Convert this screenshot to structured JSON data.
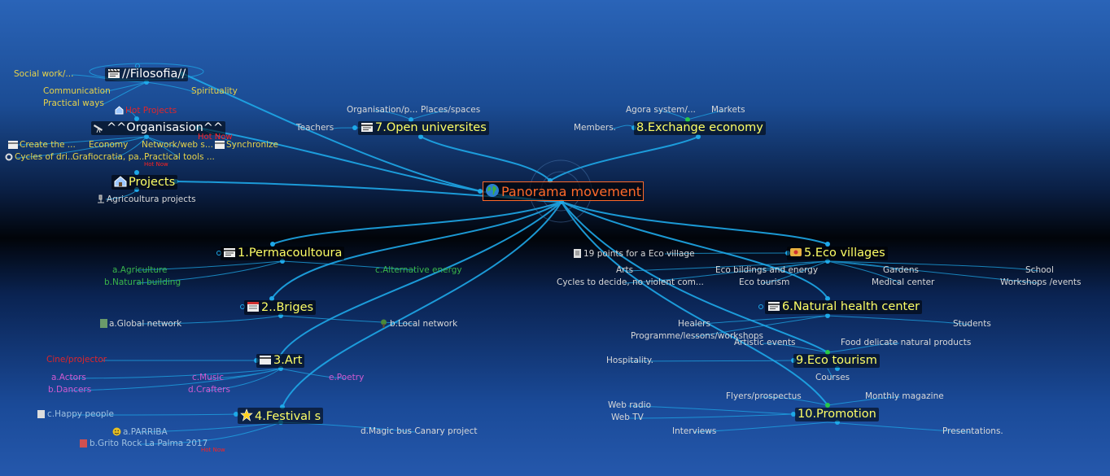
{
  "root": {
    "label": "Panorama movement"
  },
  "filosofia": {
    "label": "//Filosofia//",
    "children": {
      "social": "Social work/...",
      "communication": "Communication",
      "practical": "Practical ways",
      "spirituality": "Spirituality"
    }
  },
  "organisasion": {
    "label": "^^Organisasion^^",
    "hot_projects": "Hot Projects",
    "hot_now": "Hot Now",
    "children": {
      "create": "Create the ...",
      "cycles": "Cycles of dri...",
      "economy": "Economy",
      "grafiocratia": "Grafiocratia, pa...",
      "network": "Network/web s...",
      "practical_tools": "Practical tools ...",
      "synchronize": "Synchronize"
    }
  },
  "projects": {
    "label": "Projects",
    "hot_now": "Hot Now",
    "children": {
      "agricoultura": "Agricoultura projects"
    }
  },
  "open_universites": {
    "label": "7.Open universites",
    "children": {
      "organisation": "Organisation/p...",
      "places": "Places/spaces",
      "teachers": "Teachers"
    }
  },
  "exchange_economy": {
    "label": "8.Exchange economy",
    "children": {
      "agora": "Agora system/...",
      "markets": "Markets",
      "members": "Members."
    }
  },
  "permacoultoura": {
    "label": "1.Permacoultoura",
    "children": {
      "agriculture": "a.Agriculture",
      "natural_building": "b.Natural building",
      "alternative_energy": "c.Alternative energy"
    }
  },
  "briges": {
    "label": "2..Briges",
    "children": {
      "global_network": "a.Global network",
      "local_network": "b.Local network"
    }
  },
  "art": {
    "label": "3.Art",
    "children": {
      "cine": "Cine/projector",
      "actors": "a.Actors",
      "dancers": "b.Dancers",
      "music": "c.Music",
      "crafters": "d.Crafters",
      "poetry": "e.Poetry"
    }
  },
  "festivals": {
    "label": "4.Festival s",
    "hot_now": "Hot Now",
    "children": {
      "happy_people": "c.Happy people",
      "parriba": "a.PARRIBA",
      "grito_rock": "b.Grito Rock La Palma 2017",
      "magic_bus": "d.Magic bus Canary  project"
    }
  },
  "eco_villages": {
    "label": "5.Eco villages",
    "children": {
      "points": "19 points for a Eco village",
      "arts": "Arts",
      "cycles": "Cycles to decide, no violent com...",
      "eco_bildings": "Eco bildings and energy",
      "eco_tourism": "Eco tourism",
      "gardens": "Gardens",
      "medical": "Medical center",
      "school": "School",
      "workshops": "Workshops /events"
    }
  },
  "natural_health": {
    "label": "6.Natural health center",
    "children": {
      "healers": "Healers",
      "programme": "Programme/lessons/workshops",
      "students": "Students"
    }
  },
  "eco_tourism": {
    "label": "9.Eco tourism",
    "children": {
      "artistic": "Artistic events",
      "food": "Food delicate natural products",
      "hospitality": "Hospitality.",
      "courses": "Courses"
    }
  },
  "promotion": {
    "label": "10.Promotion",
    "children": {
      "web_radio": "Web radio",
      "web_tv": "Web TV",
      "flyers": "Flyers/prospectus",
      "magazine": "Monthly magazine",
      "interviews": "Interviews",
      "presentations": "Presentations."
    }
  },
  "colors": {
    "branch": "#1ea8e8",
    "root_text": "#ff6a2a",
    "main_text": "#ffff66",
    "hot": "#ff2020",
    "green_text": "#39b54a",
    "magenta_text": "#d05ad0",
    "gold_text": "#e6d24a"
  }
}
